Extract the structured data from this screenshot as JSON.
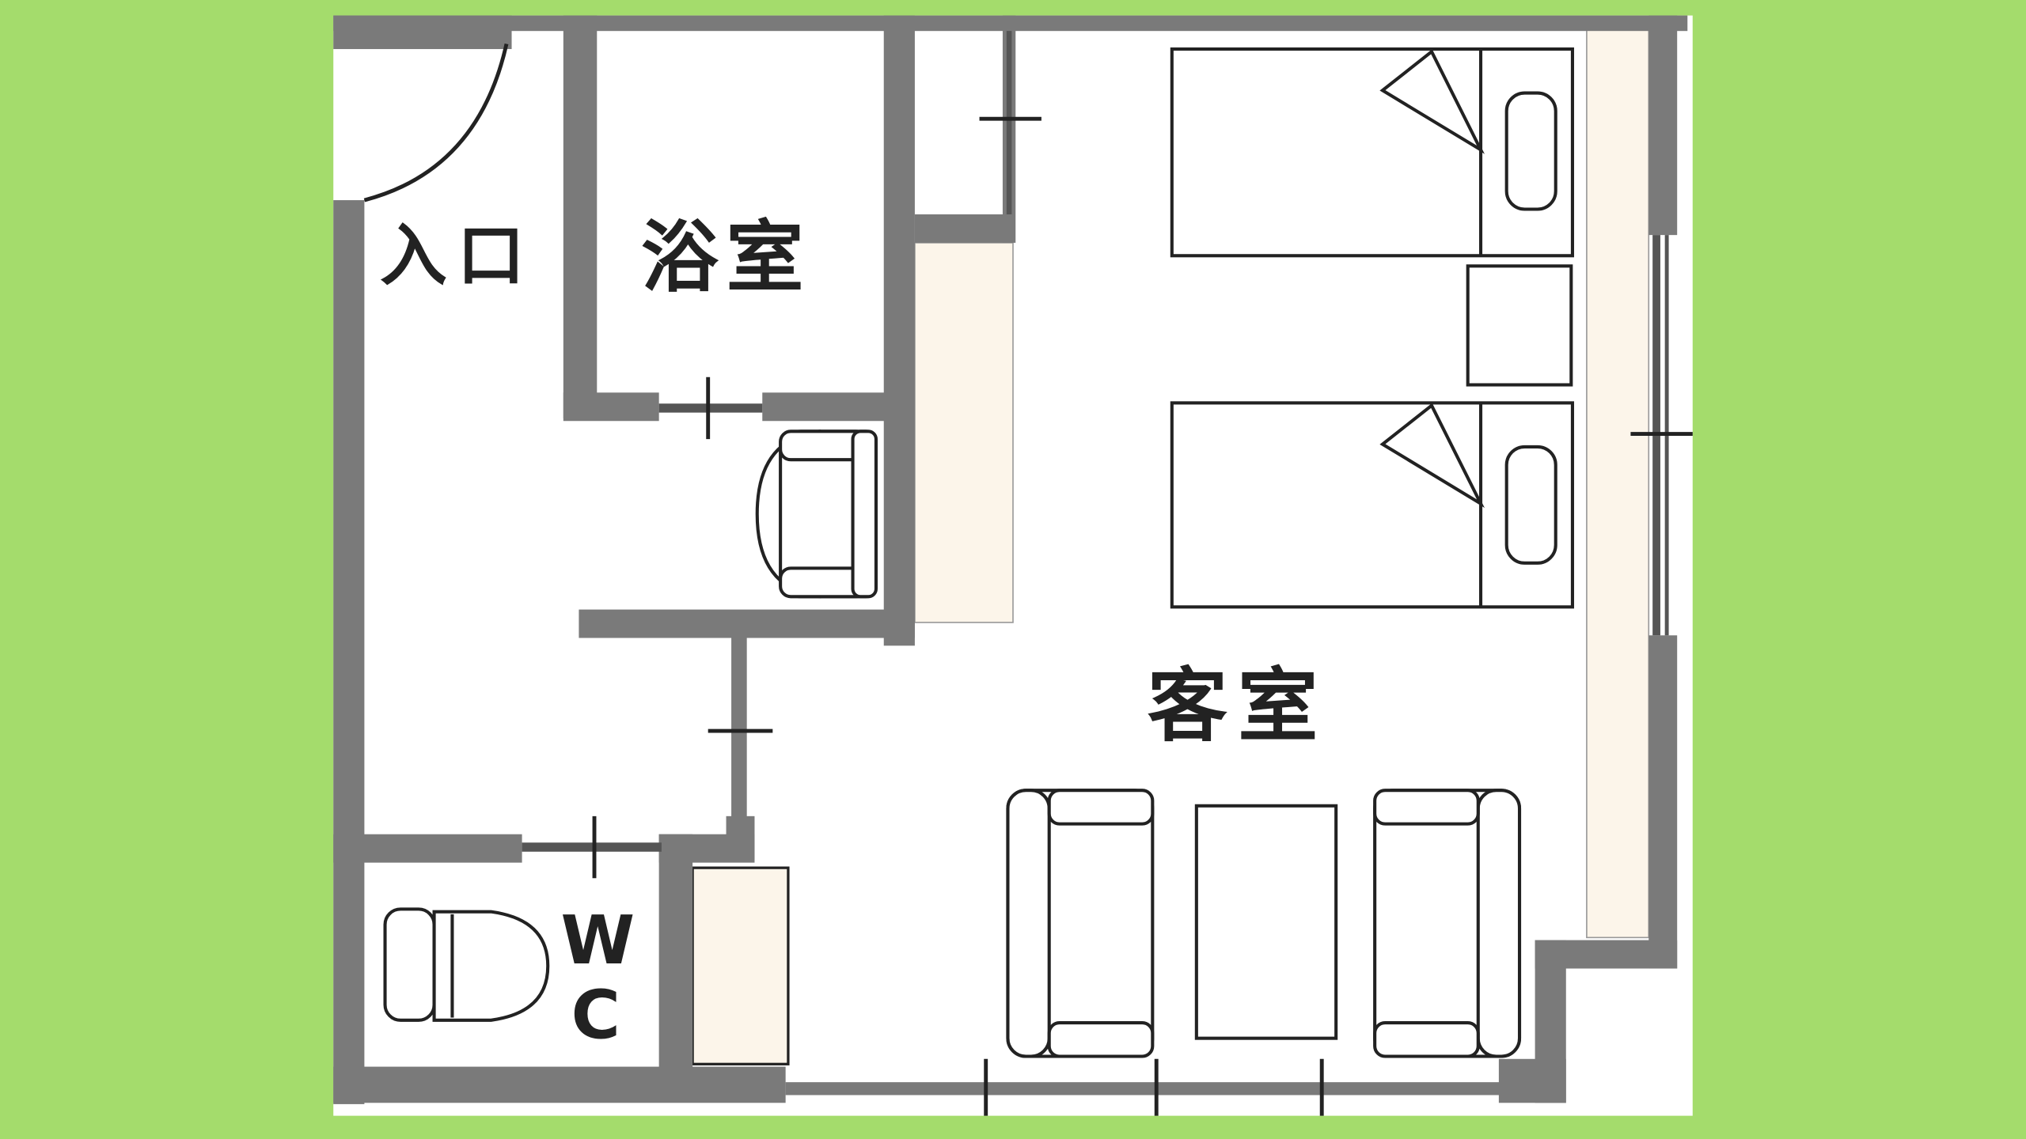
{
  "colors": {
    "background": "#a4dc6c",
    "floor": "#ffffff",
    "wall": "#7a7a7a",
    "closet": "#fcf5ea",
    "furniture_line": "#222222"
  },
  "labels": {
    "entrance": "入口",
    "bathroom": "浴室",
    "guest_room": "客室",
    "wc_top": "W",
    "wc_bottom": "C"
  },
  "furniture": [
    "bed",
    "bed",
    "nightstand",
    "armchair",
    "armchair",
    "coffee-table",
    "vanity-chair",
    "toilet"
  ]
}
